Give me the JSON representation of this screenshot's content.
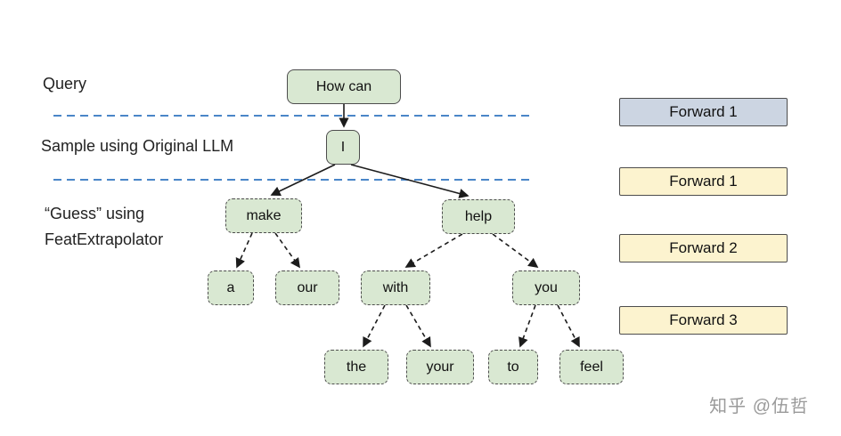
{
  "labels": {
    "query": "Query",
    "sample": "Sample using Original LLM",
    "guess": "“Guess” using\nFeatExtrapolator"
  },
  "tree": {
    "nodes": [
      {
        "id": "how-can",
        "label": "How can",
        "border": "solid"
      },
      {
        "id": "i",
        "label": "I",
        "border": "solid"
      },
      {
        "id": "make",
        "label": "make",
        "border": "dashed"
      },
      {
        "id": "help",
        "label": "help",
        "border": "dashed"
      },
      {
        "id": "a",
        "label": "a",
        "border": "dashed"
      },
      {
        "id": "our",
        "label": "our",
        "border": "dashed"
      },
      {
        "id": "with",
        "label": "with",
        "border": "dashed"
      },
      {
        "id": "you",
        "label": "you",
        "border": "dashed"
      },
      {
        "id": "the",
        "label": "the",
        "border": "dashed"
      },
      {
        "id": "your",
        "label": "your",
        "border": "dashed"
      },
      {
        "id": "to",
        "label": "to",
        "border": "dashed"
      },
      {
        "id": "feel",
        "label": "feel",
        "border": "dashed"
      }
    ],
    "edges": [
      {
        "from": "How can",
        "to": "I",
        "style": "solid"
      },
      {
        "from": "I",
        "to": "make",
        "style": "solid"
      },
      {
        "from": "I",
        "to": "help",
        "style": "solid"
      },
      {
        "from": "make",
        "to": "a",
        "style": "dashed"
      },
      {
        "from": "make",
        "to": "our",
        "style": "dashed"
      },
      {
        "from": "help",
        "to": "with",
        "style": "dashed"
      },
      {
        "from": "help",
        "to": "you",
        "style": "dashed"
      },
      {
        "from": "with",
        "to": "the",
        "style": "dashed"
      },
      {
        "from": "with",
        "to": "your",
        "style": "dashed"
      },
      {
        "from": "you",
        "to": "to",
        "style": "dashed"
      },
      {
        "from": "you",
        "to": "feel",
        "style": "dashed"
      }
    ]
  },
  "legend": [
    {
      "label": "Forward 1",
      "fill": "#ccd5e2"
    },
    {
      "label": "Forward 1",
      "fill": "#fcf3cf"
    },
    {
      "label": "Forward 2",
      "fill": "#fcf3cf"
    },
    {
      "label": "Forward 3",
      "fill": "#fcf3cf"
    }
  ],
  "watermark": "知乎 @伍哲",
  "colors": {
    "node_fill": "#d9e8d2",
    "node_border": "#4d4d4d",
    "edge": "#1c1c1c",
    "guide_line": "#4a86c8",
    "legend_gray": "#ccd5e2",
    "legend_yellow": "#fcf3cf"
  }
}
